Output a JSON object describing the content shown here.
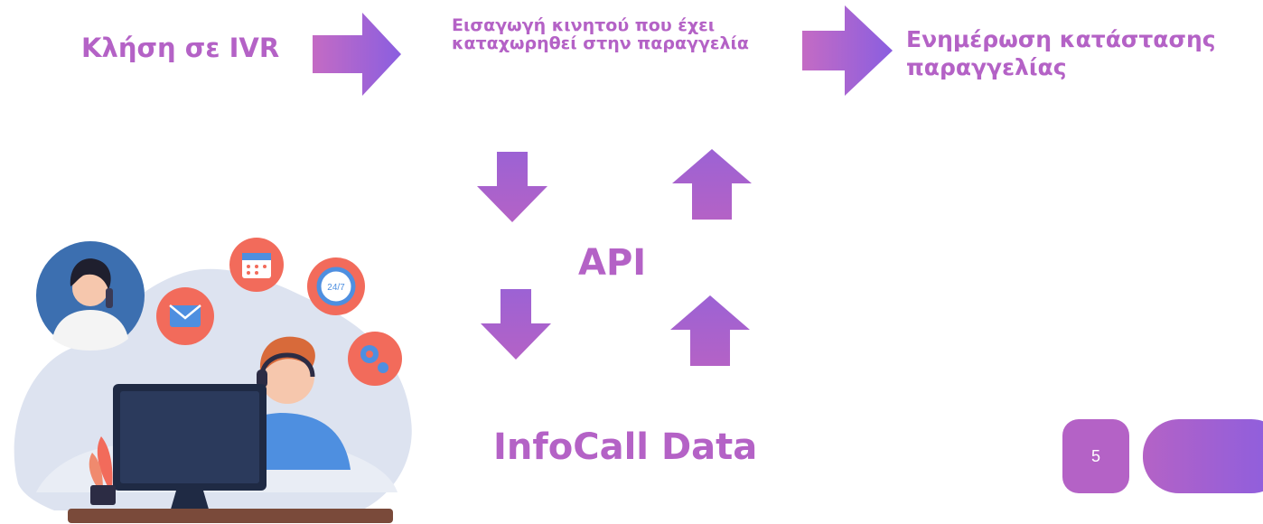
{
  "flow": {
    "step1": "Κλήση σε IVR",
    "step2": "Εισαγωγή κινητού που έχει καταχωρηθεί στην παραγγελία",
    "step3": "Ενημέρωση κατάστασης παραγγελίας"
  },
  "middle": {
    "api": "API",
    "infocall": "InfoCall Data"
  },
  "page": {
    "number": "5"
  },
  "colors": {
    "accent": "#b462c6",
    "gradient_end": "#8a5ee0"
  },
  "illustration": {
    "icons": [
      "calendar-icon",
      "clock-24-7-icon",
      "mail-icon",
      "gear-icon"
    ]
  }
}
